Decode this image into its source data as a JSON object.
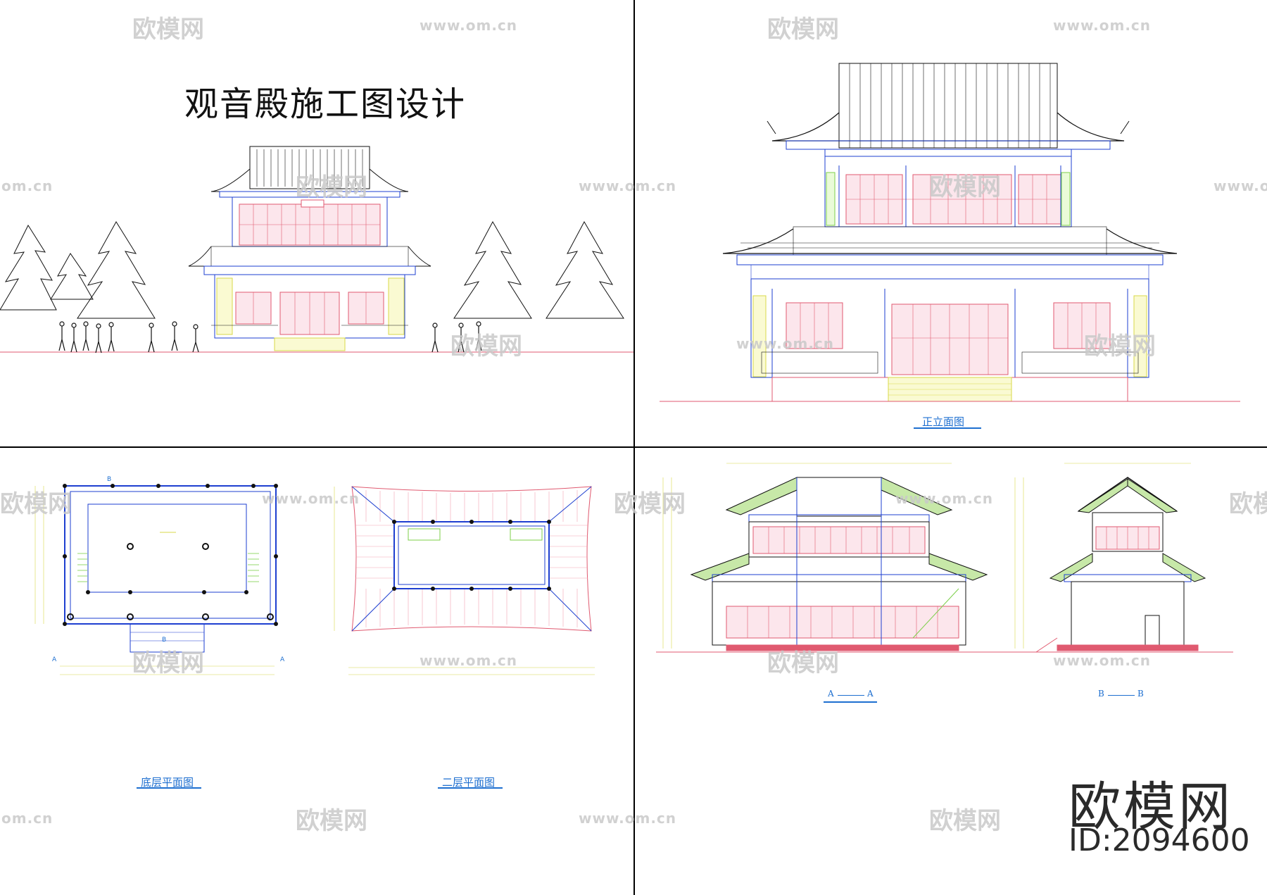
{
  "sheet": {
    "main_title": "观音殿施工图设计",
    "captions": {
      "front_elevation": "正立面图",
      "ground_floor_plan": "底层平面图",
      "second_floor_plan": "二层平面图",
      "section_a_left": "A",
      "section_a_right": "A",
      "section_b_left": "B",
      "section_b_right": "B",
      "axis_b_top": "B",
      "axis_b_bottom": "B",
      "axis_a_left": "A",
      "axis_a_right": "A"
    }
  },
  "watermarks": {
    "brand_cn": "欧模网",
    "url": "www.om.cn",
    "url_short": "om.cn"
  },
  "brand": {
    "name": "欧模网",
    "id_text": "ID:2094600"
  },
  "colors": {
    "line_black": "#111111",
    "cad_blue": "#1e3fd0",
    "cad_red": "#e05a70",
    "cad_pink": "#f2a2b2",
    "cad_yellow": "#d8d84a",
    "cad_green": "#7ccf4a",
    "caption_blue": "#1e6fd0"
  }
}
